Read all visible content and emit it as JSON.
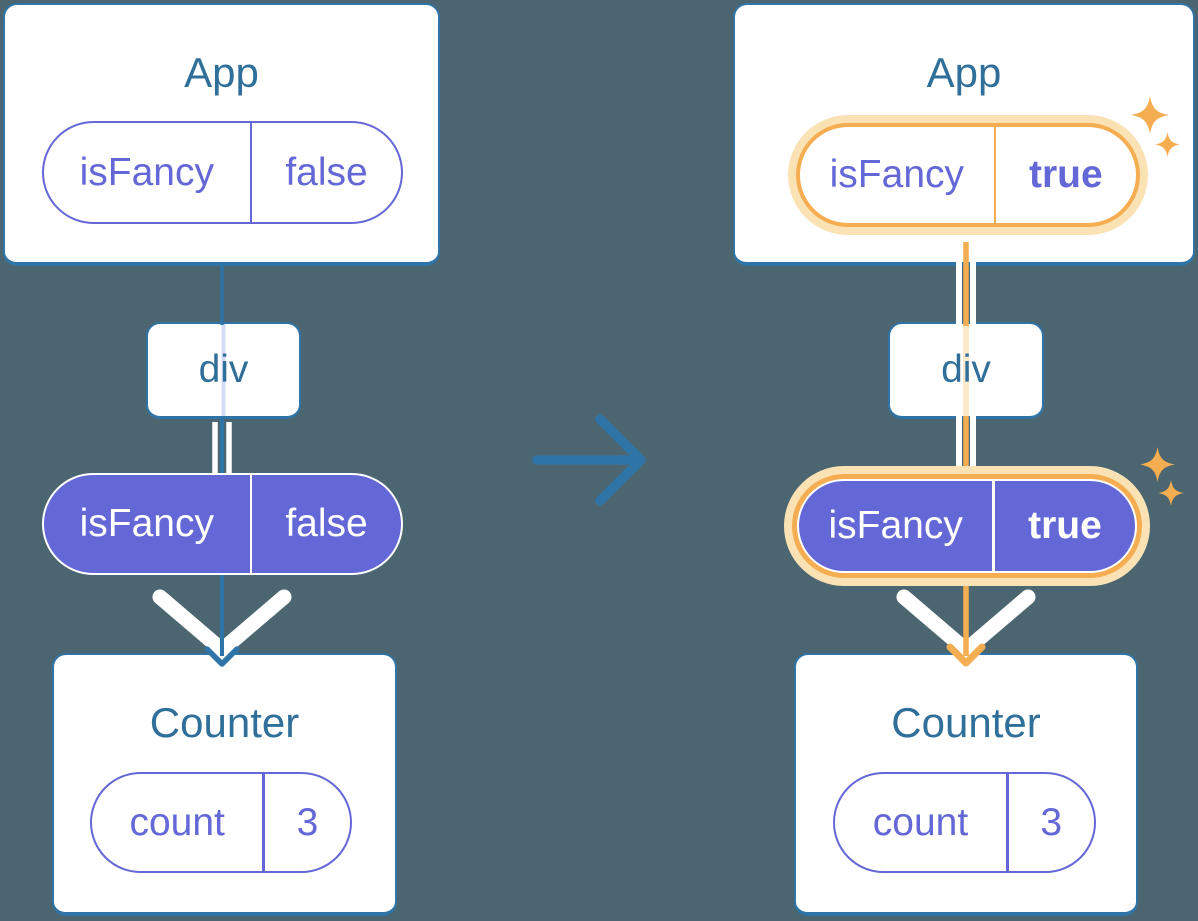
{
  "background_color": "#4b6670",
  "palette": {
    "card_border": "#2f74a6",
    "title_text": "#2f6f9a",
    "purple": "#6467d6",
    "highlight_orange": "#f5ad52",
    "highlight_glow": "#fbe2b4",
    "flow_white": "#ffffff",
    "faint_prop_line": "#d5dbf4",
    "faint_prop_line_highlight": "#fce9cc"
  },
  "icons": {
    "transition_arrow": "right-arrow",
    "sparkle": "four-point-star",
    "down_arrow": "chevron-down"
  },
  "before": {
    "app": {
      "title": "App",
      "prop_name": "isFancy",
      "prop_value": "false"
    },
    "middle": {
      "title": "div"
    },
    "passed_prop": {
      "name": "isFancy",
      "value": "false"
    },
    "counter": {
      "title": "Counter",
      "state_name": "count",
      "state_value": "3"
    }
  },
  "after": {
    "app": {
      "title": "App",
      "prop_name": "isFancy",
      "prop_value": "true"
    },
    "middle": {
      "title": "div"
    },
    "passed_prop": {
      "name": "isFancy",
      "value": "true"
    },
    "counter": {
      "title": "Counter",
      "state_name": "count",
      "state_value": "3"
    }
  }
}
